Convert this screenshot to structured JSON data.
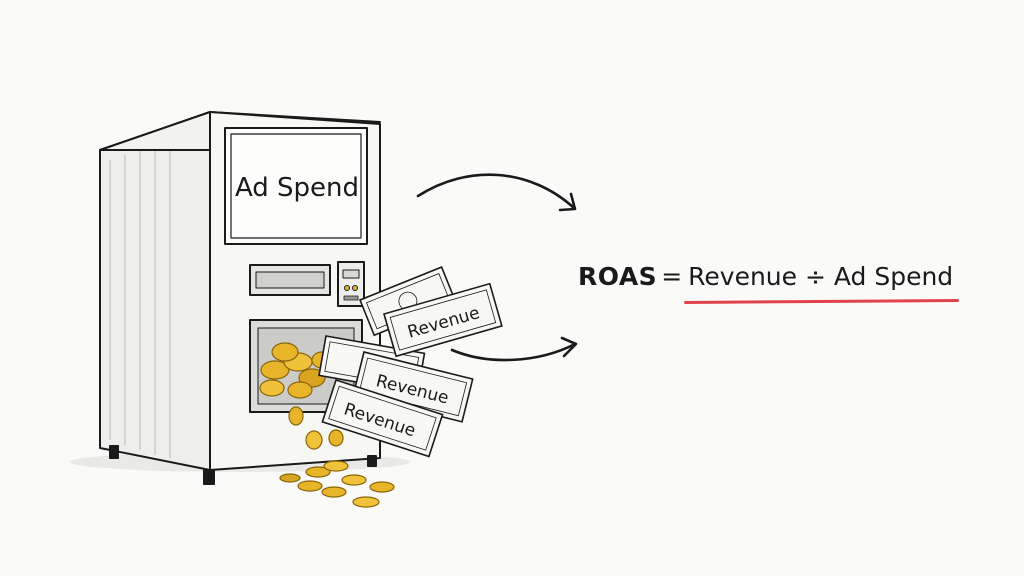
{
  "machine": {
    "screen_label": "Ad Spend",
    "bill_label": "Revenue"
  },
  "formula": {
    "lhs": "ROAS",
    "equals": "=",
    "rhs": "Revenue ÷ Ad Spend"
  },
  "colors": {
    "ink": "#1a1a1a",
    "coin": "#e8b52a",
    "coin_shadow": "#b8860b",
    "underline": "#e0434a",
    "paper": "#fafaf8"
  },
  "icons": [
    "vending-machine-icon",
    "coin-icon",
    "banknote-icon",
    "arrow-icon"
  ]
}
